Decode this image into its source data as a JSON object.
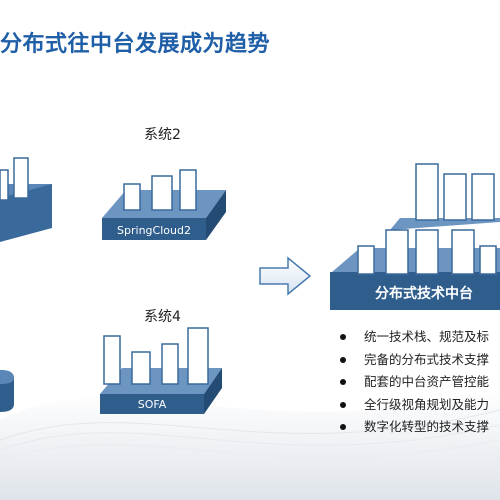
{
  "title": "分布式往中台发展成为趋势",
  "systems": {
    "system2": {
      "label": "系统2",
      "platform": "SpringCloud2"
    },
    "system4": {
      "label": "系统4",
      "platform": "SOFA"
    }
  },
  "middle_platform": {
    "label": "分布式技术中台"
  },
  "bullets": [
    "统一技术栈、规范及标",
    "完备的分布式技术支撑",
    "配套的中台资产管控能",
    "全行级视角规划及能力",
    "数字化转型的技术支撑"
  ],
  "colors": {
    "accent": "#1f5fa8",
    "platform_dark": "#2f5d8c",
    "platform_light": "#5b87b8"
  }
}
